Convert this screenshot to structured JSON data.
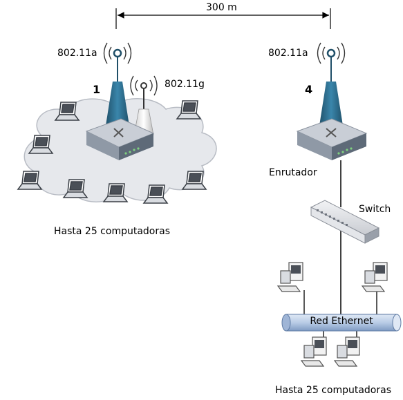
{
  "diagram": {
    "distance_label": "300 m",
    "left_site": {
      "radio_a_label": "802.11a",
      "radio_g_label": "802.11g",
      "node_number": "1",
      "caption": "Hasta 25 computadoras"
    },
    "right_site": {
      "radio_a_label": "802.11a",
      "node_number": "4",
      "router_label": "Enrutador",
      "switch_label": "Switch",
      "ethernet_label": "Red Ethernet",
      "caption": "Hasta 25 computadoras"
    }
  },
  "colors": {
    "antenna": "#2f6f8f",
    "antenna_dark": "#1f4f68",
    "router_top": "#c9ced6",
    "router_side": "#5e6a78",
    "cloud": "#e6e8ec",
    "cloud_stroke": "#b8bcc4",
    "pipe": "#b9cce6",
    "pipe_dark": "#7f9bc2",
    "laptop": "#4a4f57"
  }
}
